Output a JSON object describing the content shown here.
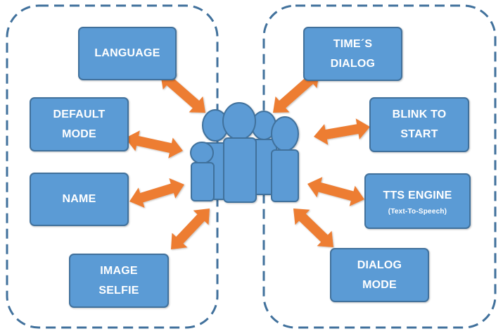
{
  "left_group": {
    "boxes": [
      {
        "lines": [
          "LANGUAGE"
        ]
      },
      {
        "lines": [
          "DEFAULT",
          "MODE"
        ]
      },
      {
        "lines": [
          "NAME"
        ]
      },
      {
        "lines": [
          "IMAGE",
          "SELFIE"
        ]
      }
    ]
  },
  "right_group": {
    "boxes": [
      {
        "lines": [
          "TIME´S",
          "DIALOG"
        ]
      },
      {
        "lines": [
          "BLINK TO",
          "START"
        ]
      },
      {
        "lines": [
          "TTS ENGINE"
        ],
        "subtitle": "(Text-To-Speech)"
      },
      {
        "lines": [
          "DIALOG",
          "MODE"
        ]
      }
    ]
  },
  "center": {
    "icon": "users-group-icon"
  },
  "colors": {
    "box_fill": "#5b9bd5",
    "box_border": "#41719c",
    "arrow_fill": "#ed7d31",
    "group_border": "#41719c",
    "people_fill": "#5b9bd5"
  }
}
